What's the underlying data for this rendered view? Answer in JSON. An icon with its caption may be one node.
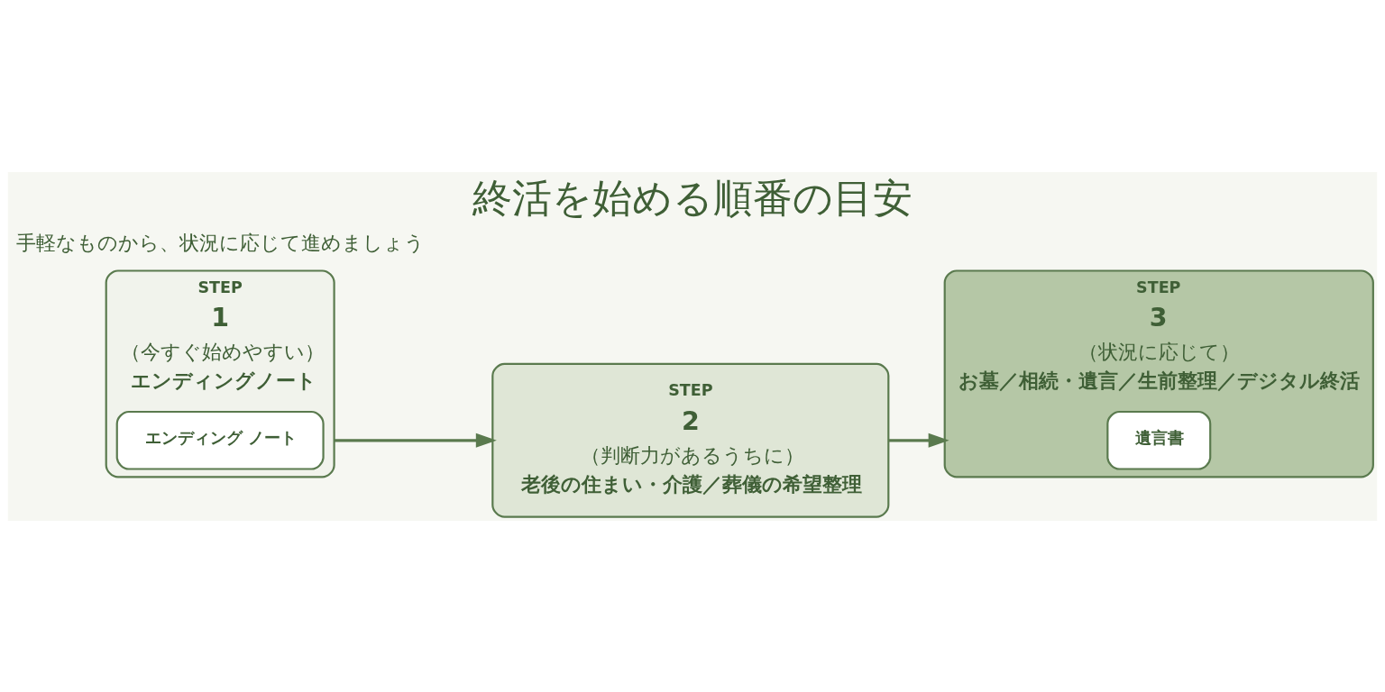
{
  "diagram": {
    "title": "終活を始める順番の目安",
    "nodes": [
      {
        "text": [
          "STEP",
          "1",
          "（今すぐ始めやすい）",
          "エンディングノート"
        ]
      },
      {
        "text": [
          "エンディング ノート"
        ],
        "in": 0
      },
      {
        "text": [
          "STEP",
          "2",
          "（判断力があるうちに）",
          "老後の住まい・介護／葬儀の希望整理"
        ]
      },
      {
        "text": [
          "STEP",
          "3",
          "（状況に応じて）",
          "お墓／相続・遺言／生前整理／デジタル終活"
        ]
      },
      {
        "text": [
          "遺言書"
        ],
        "in": 3
      }
    ],
    "edges": [
      {
        "from": 0,
        "to": 2,
        "arrow": "to"
      },
      {
        "from": 2,
        "to": 3,
        "arrow": "to"
      }
    ],
    "labels": [
      "手軽なものから、状況に応じて進めましょう"
    ]
  }
}
